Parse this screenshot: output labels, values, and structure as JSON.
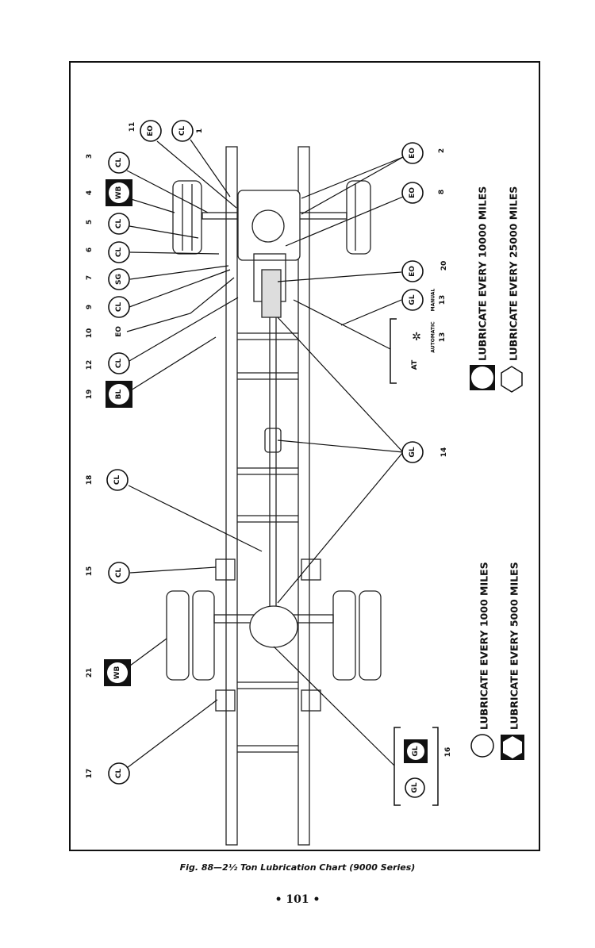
{
  "callouts": {
    "c1": {
      "code": "CL",
      "num": "1"
    },
    "c2": {
      "code": "EO",
      "num": "2"
    },
    "c3": {
      "code": "CL",
      "num": "3"
    },
    "c4": {
      "code": "WB",
      "num": "4"
    },
    "c5": {
      "code": "CL",
      "num": "5"
    },
    "c6": {
      "code": "CL",
      "num": "6"
    },
    "c7": {
      "code": "SG",
      "num": "7"
    },
    "c8": {
      "code": "EO",
      "num": "8"
    },
    "c9": {
      "code": "CL",
      "num": "9"
    },
    "c10": {
      "code": "EO",
      "num": "10"
    },
    "c11": {
      "code": "EO",
      "num": "11"
    },
    "c12": {
      "code": "CL",
      "num": "12"
    },
    "c13": {
      "code": "GL",
      "num": "13",
      "sub": "MANUAL"
    },
    "c13a": {
      "at": "AT",
      "sub": "AUTOMATIC",
      "num": "13",
      "symbol": "✲"
    },
    "c14": {
      "code": "GL",
      "num": "14"
    },
    "c15": {
      "code": "CL",
      "num": "15"
    },
    "c16": {
      "code_a": "GL",
      "code_b": "GL",
      "num": "16"
    },
    "c17": {
      "code": "CL",
      "num": "17"
    },
    "c18": {
      "code": "CL",
      "num": "18"
    },
    "c19": {
      "code": "BL",
      "num": "19"
    },
    "c20": {
      "code": "EO",
      "num": "20"
    },
    "c21": {
      "code": "WB",
      "num": "21"
    }
  },
  "legend": {
    "l1000": "LUBRICATE EVERY 1000 MILES",
    "l5000": "LUBRICATE EVERY 5000 MILES",
    "l10000": "LUBRICATE EVERY 10000 MILES",
    "l25000": "LUBRICATE EVERY 25000 MILES"
  },
  "caption": "Fig. 88—2½ Ton Lubrication Chart (9000 Series)",
  "page_number": "• 101 •"
}
